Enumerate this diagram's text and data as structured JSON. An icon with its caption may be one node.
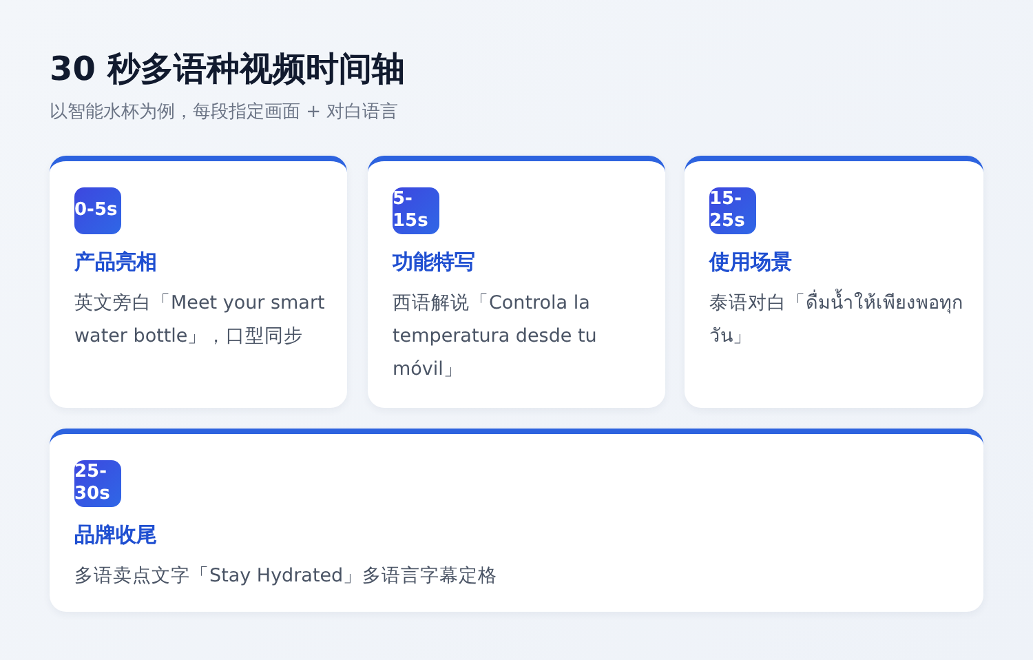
{
  "diagram": {
    "title": "30 秒多语种视频时间轴",
    "nodes": [
      {
        "text": [
          "产品亮相",
          "英文旁白「Meet your smart water bottle」，口型同步"
        ]
      },
      {
        "text": [
          "0-5s"
        ],
        "in": 0
      },
      {
        "text": [
          "功能特写",
          "西语解说「Controla la temperatura desde tu móvil」"
        ]
      },
      {
        "text": [
          "5-15s"
        ],
        "in": 2
      },
      {
        "text": [
          "使用场景",
          "泰语对白「ดื่มน้ำให้เพียงพอทุกวัน」"
        ]
      },
      {
        "text": [
          "15-25s"
        ],
        "in": 4
      },
      {
        "text": [
          "品牌收尾",
          "多语卖点文字「Stay Hydrated」多语言字幕定格"
        ]
      },
      {
        "text": [
          "25-30s"
        ],
        "in": 6
      }
    ],
    "labels": [
      "以智能水杯为例，每段指定画面 + 对白语言"
    ]
  }
}
